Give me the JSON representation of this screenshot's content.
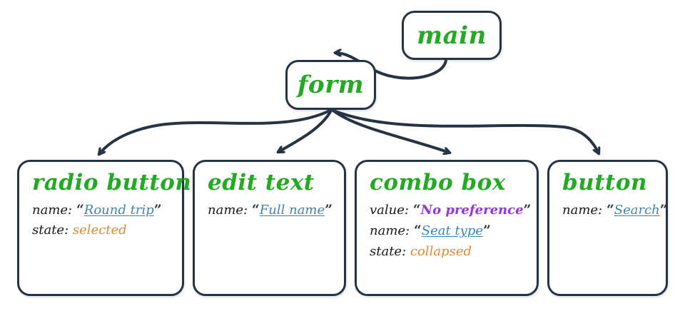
{
  "diagram": {
    "title": "accessibility-tree",
    "colors": {
      "node_border": "#263342",
      "node_title": "#22aa22",
      "link_value": "#3a86b8",
      "state_value": "#e08a2e",
      "emphasis_value": "#9933dd",
      "edge": "#263342",
      "background": "#ffffff"
    },
    "nodes": {
      "main": {
        "title": "main"
      },
      "form": {
        "title": "form"
      },
      "radio_button": {
        "title": "radio button",
        "attrs": [
          {
            "key": "name:",
            "value": "Round trip",
            "style": "link",
            "quoted": true
          },
          {
            "key": "state:",
            "value": "selected",
            "style": "state",
            "quoted": false
          }
        ]
      },
      "edit_text": {
        "title": "edit text",
        "attrs": [
          {
            "key": "name:",
            "value": "Full name",
            "style": "link",
            "quoted": true
          }
        ]
      },
      "combo_box": {
        "title": "combo box",
        "attrs": [
          {
            "key": "value:",
            "value": "No preference",
            "style": "emphasis",
            "quoted": true
          },
          {
            "key": "name:",
            "value": "Seat type",
            "style": "link",
            "quoted": true
          },
          {
            "key": "state:",
            "value": "collapsed",
            "style": "state",
            "quoted": false
          }
        ]
      },
      "button": {
        "title": "button",
        "attrs": [
          {
            "key": "name:",
            "value": "Search",
            "style": "link",
            "quoted": true
          }
        ]
      }
    },
    "edges": [
      {
        "from": "main",
        "to": "form"
      },
      {
        "from": "form",
        "to": "radio_button"
      },
      {
        "from": "form",
        "to": "edit_text"
      },
      {
        "from": "form",
        "to": "combo_box"
      },
      {
        "from": "form",
        "to": "button"
      }
    ],
    "quotes": {
      "open": "“",
      "close": "”"
    }
  }
}
